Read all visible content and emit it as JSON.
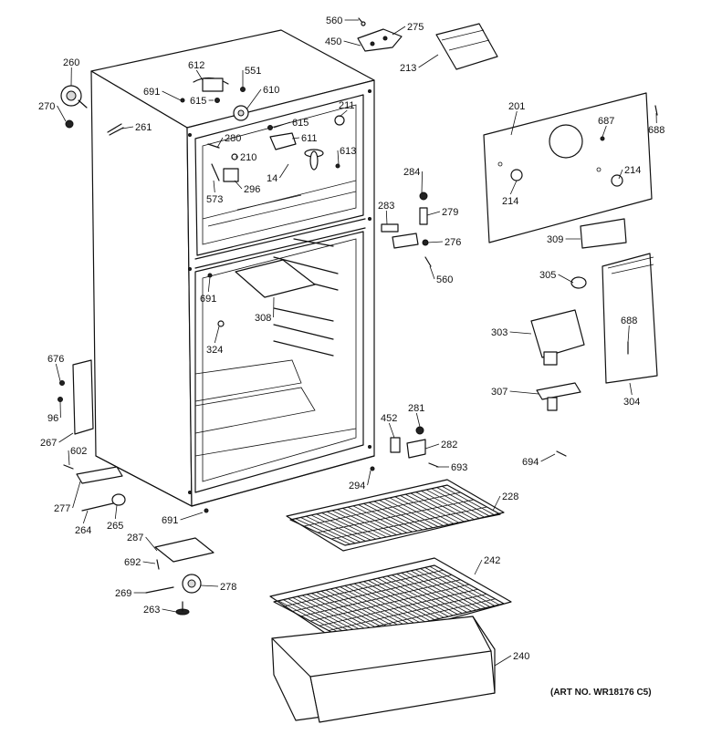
{
  "art_number": "(ART NO. WR18176 C5)",
  "parts": [
    {
      "id": "p560a",
      "label": "560"
    },
    {
      "id": "p275",
      "label": "275"
    },
    {
      "id": "p450",
      "label": "450"
    },
    {
      "id": "p213",
      "label": "213"
    },
    {
      "id": "p260",
      "label": "260"
    },
    {
      "id": "p270",
      "label": "270"
    },
    {
      "id": "p261",
      "label": "261"
    },
    {
      "id": "p612",
      "label": "612"
    },
    {
      "id": "p551",
      "label": "551"
    },
    {
      "id": "p691a",
      "label": "691"
    },
    {
      "id": "p615a",
      "label": "615"
    },
    {
      "id": "p610",
      "label": "610"
    },
    {
      "id": "p211",
      "label": "211"
    },
    {
      "id": "p615b",
      "label": "615"
    },
    {
      "id": "p611",
      "label": "611"
    },
    {
      "id": "p613",
      "label": "613"
    },
    {
      "id": "p280",
      "label": "280"
    },
    {
      "id": "p210",
      "label": "210"
    },
    {
      "id": "p14",
      "label": "14"
    },
    {
      "id": "p573",
      "label": "573"
    },
    {
      "id": "p296",
      "label": "296"
    },
    {
      "id": "p201",
      "label": "201"
    },
    {
      "id": "p687",
      "label": "687"
    },
    {
      "id": "p688a",
      "label": "688"
    },
    {
      "id": "p214a",
      "label": "214"
    },
    {
      "id": "p214b",
      "label": "214"
    },
    {
      "id": "p284",
      "label": "284"
    },
    {
      "id": "p283",
      "label": "283"
    },
    {
      "id": "p279",
      "label": "279"
    },
    {
      "id": "p276",
      "label": "276"
    },
    {
      "id": "p560b",
      "label": "560"
    },
    {
      "id": "p309",
      "label": "309"
    },
    {
      "id": "p305",
      "label": "305"
    },
    {
      "id": "p691b",
      "label": "691"
    },
    {
      "id": "p308",
      "label": "308"
    },
    {
      "id": "p324",
      "label": "324"
    },
    {
      "id": "p303",
      "label": "303"
    },
    {
      "id": "p688b",
      "label": "688"
    },
    {
      "id": "p676",
      "label": "676"
    },
    {
      "id": "p96",
      "label": "96"
    },
    {
      "id": "p267",
      "label": "267"
    },
    {
      "id": "p602",
      "label": "602"
    },
    {
      "id": "p307",
      "label": "307"
    },
    {
      "id": "p304",
      "label": "304"
    },
    {
      "id": "p452",
      "label": "452"
    },
    {
      "id": "p281",
      "label": "281"
    },
    {
      "id": "p282",
      "label": "282"
    },
    {
      "id": "p693",
      "label": "693"
    },
    {
      "id": "p694",
      "label": "694"
    },
    {
      "id": "p294",
      "label": "294"
    },
    {
      "id": "p277",
      "label": "277"
    },
    {
      "id": "p264",
      "label": "264"
    },
    {
      "id": "p265",
      "label": "265"
    },
    {
      "id": "p691c",
      "label": "691"
    },
    {
      "id": "p228",
      "label": "228"
    },
    {
      "id": "p287",
      "label": "287"
    },
    {
      "id": "p692",
      "label": "692"
    },
    {
      "id": "p242",
      "label": "242"
    },
    {
      "id": "p269",
      "label": "269"
    },
    {
      "id": "p278",
      "label": "278"
    },
    {
      "id": "p263",
      "label": "263"
    },
    {
      "id": "p240",
      "label": "240"
    }
  ]
}
